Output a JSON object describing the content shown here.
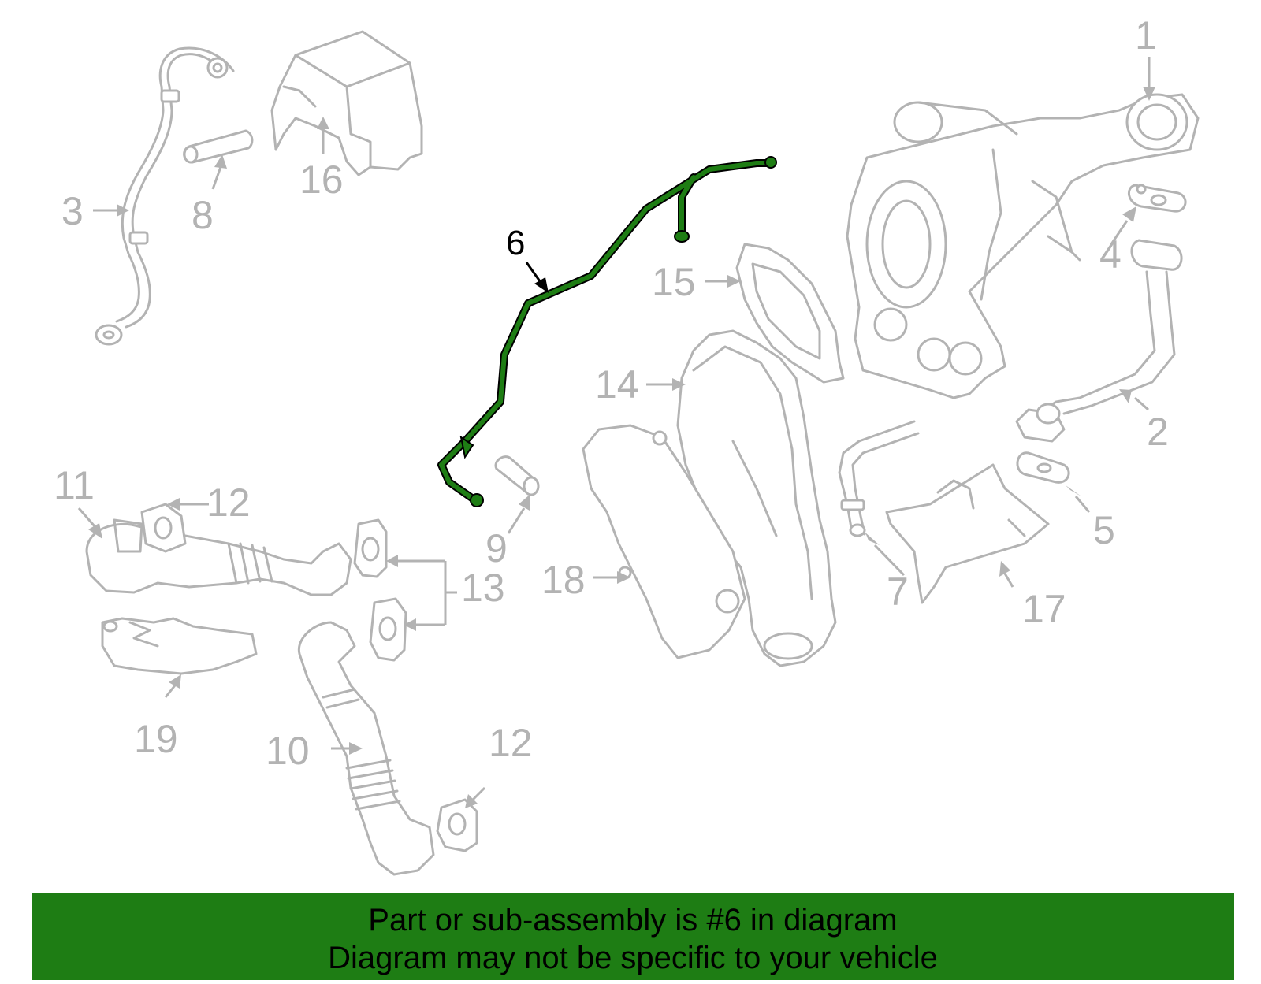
{
  "callouts": {
    "c1": "1",
    "c2": "2",
    "c3": "3",
    "c4": "4",
    "c5": "5",
    "c6": "6",
    "c7": "7",
    "c8": "8",
    "c9": "9",
    "c10": "10",
    "c11": "11",
    "c12a": "12",
    "c12b": "12",
    "c13": "13",
    "c14": "14",
    "c15": "15",
    "c16": "16",
    "c17": "17",
    "c18": "18",
    "c19": "19"
  },
  "banner": {
    "line1": "Part or sub-assembly is #6 in diagram",
    "line2": "Diagram may not be specific to your vehicle"
  },
  "colors": {
    "highlight": "#1e7d14",
    "part_gray": "#b3b3b3",
    "banner_bg": "#1e7d14"
  }
}
